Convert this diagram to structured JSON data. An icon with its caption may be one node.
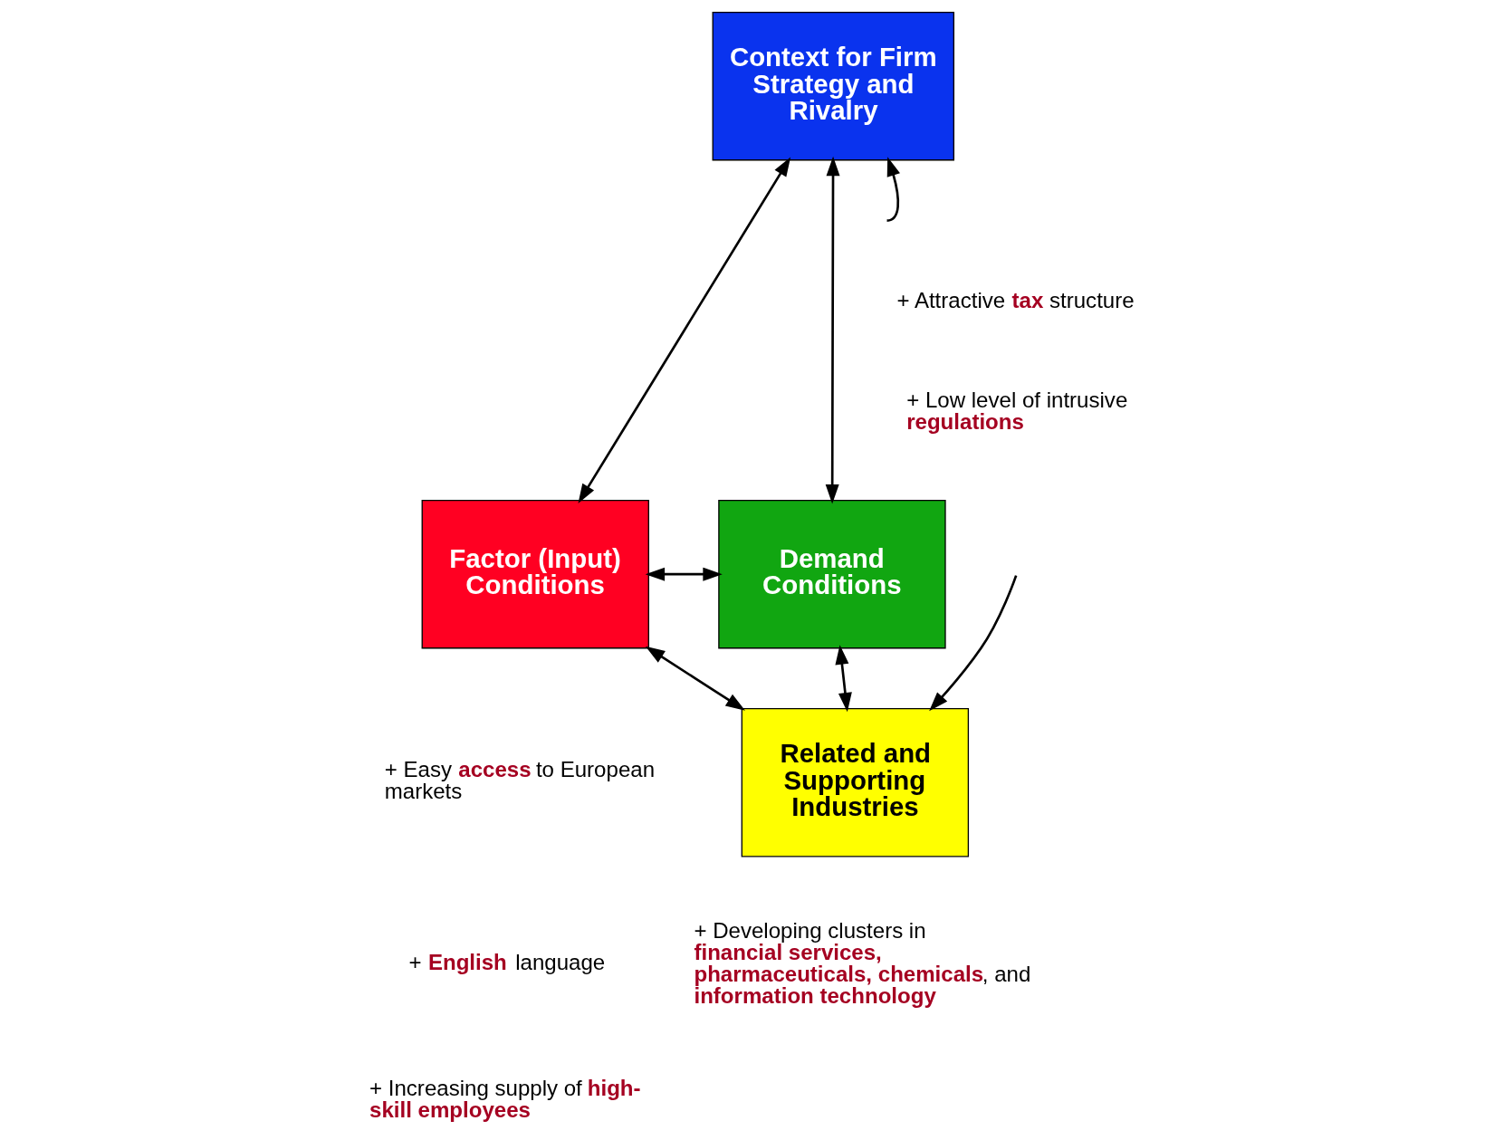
{
  "diagram": {
    "nodes": [
      {
        "text": [
          "Context for Firm Strategy and Rivalry"
        ]
      },
      {
        "text": [
          "Factor (Input) Conditions"
        ]
      },
      {
        "text": [
          "Demand Conditions"
        ]
      },
      {
        "text": [
          "Related and Supporting Industries"
        ]
      }
    ],
    "edges": [
      {
        "from": 0,
        "to": 1,
        "arrow": "both"
      },
      {
        "from": 0,
        "to": 2,
        "arrow": "both"
      },
      {
        "from": 1,
        "to": 2,
        "arrow": "both"
      },
      {
        "from": null,
        "to": 0,
        "arrow": "to"
      },
      {
        "from": null,
        "to": 3,
        "arrow": "to"
      },
      {
        "from": 1,
        "to": 3,
        "arrow": "both"
      },
      {
        "from": 2,
        "to": 3,
        "arrow": "both"
      }
    ],
    "labels": [
      "+ Attractive **tax** structure",
      "+ Low level of intrusive **regulations**",
      "+ Easy **access** to European markets",
      "+ **English** language",
      "+ Increasing supply of **high-skill employees**",
      "+ Developing clusters in **financial services, pharmaceuticals, chemicals**, and **information technology**"
    ]
  }
}
